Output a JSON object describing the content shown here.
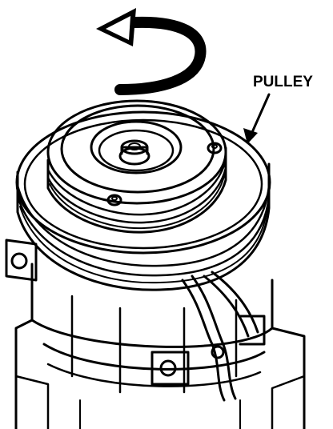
{
  "diagram": {
    "callouts": [
      {
        "id": "pulley",
        "label": "PULLEY"
      }
    ],
    "rotation_arrow": {
      "direction": "counterclockwise"
    },
    "colors": {
      "ink": "#000000",
      "background": "#ffffff"
    }
  }
}
